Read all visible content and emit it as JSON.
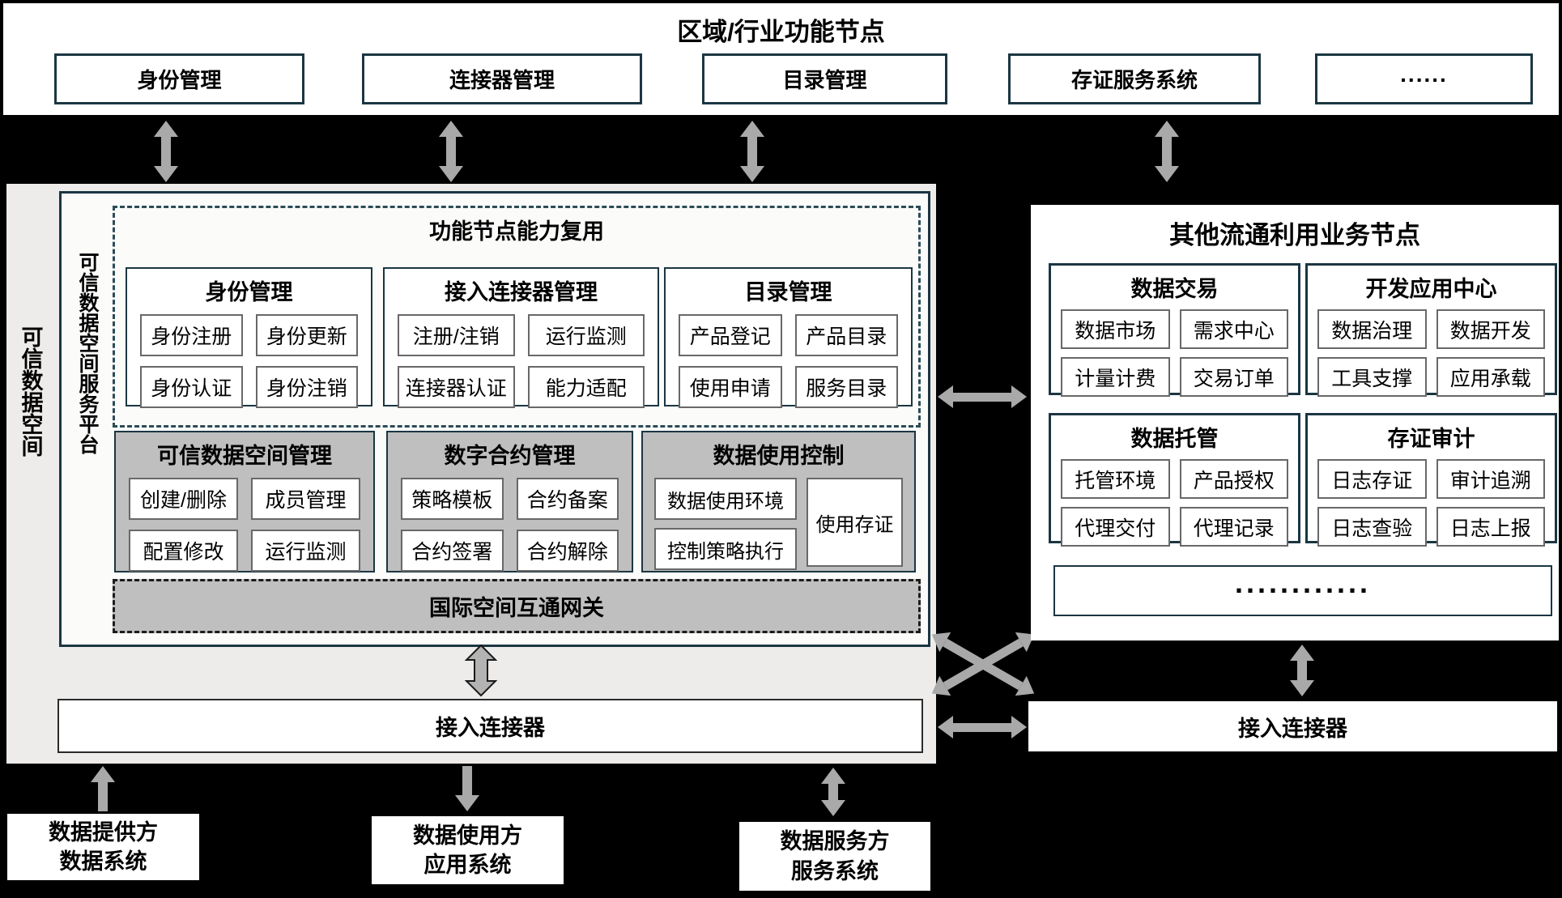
{
  "colors": {
    "background": "#000000",
    "box_border_dark": "#1b3642",
    "module_gray_fill": "#bfbfbf",
    "platform_gray_fill": "#edecea",
    "arrow_gray": "#a9a9a9",
    "chip_border_gray": "#686868"
  },
  "top_banner": {
    "title": "区域/行业功能节点",
    "nodes": [
      "身份管理",
      "连接器管理",
      "目录管理",
      "存证服务系统",
      "......"
    ]
  },
  "left_space": {
    "label_vertical": "可信数据空间",
    "platform_label_vertical": "可信数据空间服务平台",
    "capability_reuse": {
      "title": "功能节点能力复用",
      "modules": [
        {
          "title": "身份管理",
          "chips": [
            "身份注册",
            "身份更新",
            "身份认证",
            "身份注销"
          ]
        },
        {
          "title": "接入连接器管理",
          "chips": [
            "注册/注销",
            "运行监测",
            "连接器认证",
            "能力适配"
          ]
        },
        {
          "title": "目录管理",
          "chips": [
            "产品登记",
            "产品目录",
            "使用申请",
            "服务目录"
          ]
        }
      ]
    },
    "management_modules": [
      {
        "title": "可信数据空间管理",
        "chips": [
          "创建/删除",
          "成员管理",
          "配置修改",
          "运行监测"
        ]
      },
      {
        "title": "数字合约管理",
        "chips": [
          "策略模板",
          "合约备案",
          "合约签署",
          "合约解除"
        ]
      },
      {
        "title": "数据使用控制",
        "chips_left": [
          "数据使用环境",
          "控制策略执行"
        ],
        "chip_tall": "使用存证"
      }
    ],
    "gateway": "国际空间互通网关",
    "connector": "接入连接器"
  },
  "right_nodes": {
    "title": "其他流通利用业务节点",
    "modules": [
      {
        "title": "数据交易",
        "chips": [
          "数据市场",
          "需求中心",
          "计量计费",
          "交易订单"
        ]
      },
      {
        "title": "开发应用中心",
        "chips": [
          "数据治理",
          "数据开发",
          "工具支撑",
          "应用承载"
        ]
      },
      {
        "title": "数据托管",
        "chips": [
          "托管环境",
          "产品授权",
          "代理交付",
          "代理记录"
        ]
      },
      {
        "title": "存证审计",
        "chips": [
          "日志存证",
          "审计追溯",
          "日志查验",
          "日志上报"
        ]
      }
    ],
    "ellipsis": "............",
    "connector": "接入连接器"
  },
  "bottom_systems": [
    {
      "line1": "数据提供方",
      "line2": "数据系统"
    },
    {
      "line1": "数据使用方",
      "line2": "应用系统"
    },
    {
      "line1": "数据服务方",
      "line2": "服务系统"
    }
  ]
}
